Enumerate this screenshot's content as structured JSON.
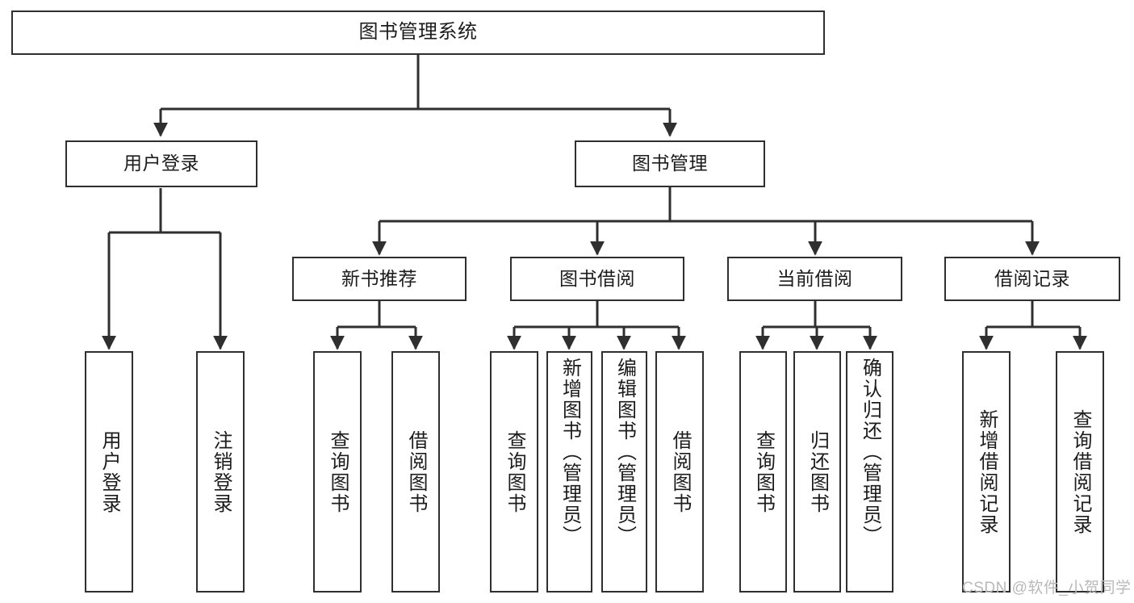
{
  "diagram": {
    "title": "图书管理系统",
    "type": "tree-hierarchy",
    "watermark": "CSDN @软件_小贺同学",
    "colors": {
      "box_border": "#2f2f2f",
      "box_fill": "#ffffff",
      "text": "#1c1c1c",
      "edge": "#2f2f2f",
      "watermark": "#b9b9b9",
      "background": "#ffffff"
    },
    "nodes": {
      "root": {
        "label": "图书管理系统"
      },
      "level2": [
        {
          "label": "用户登录"
        },
        {
          "label": "图书管理"
        }
      ],
      "level3": [
        {
          "label": "新书推荐"
        },
        {
          "label": "图书借阅"
        },
        {
          "label": "当前借阅"
        },
        {
          "label": "借阅记录"
        }
      ],
      "leaves_user_login": [
        {
          "label": "用户登录"
        },
        {
          "label": "注销登录"
        }
      ],
      "leaves_new_book": [
        {
          "label": "查询图书"
        },
        {
          "label": "借阅图书"
        }
      ],
      "leaves_borrow": [
        {
          "label": "查询图书"
        },
        {
          "label": "新增图书（管理员）"
        },
        {
          "label": "编辑图书（管理员）"
        },
        {
          "label": "借阅图书"
        }
      ],
      "leaves_current": [
        {
          "label": "查询图书"
        },
        {
          "label": "归还图书"
        },
        {
          "label": "确认归还（管理员）"
        }
      ],
      "leaves_records": [
        {
          "label": "新增借阅记录"
        },
        {
          "label": "查询借阅记录"
        }
      ]
    }
  }
}
